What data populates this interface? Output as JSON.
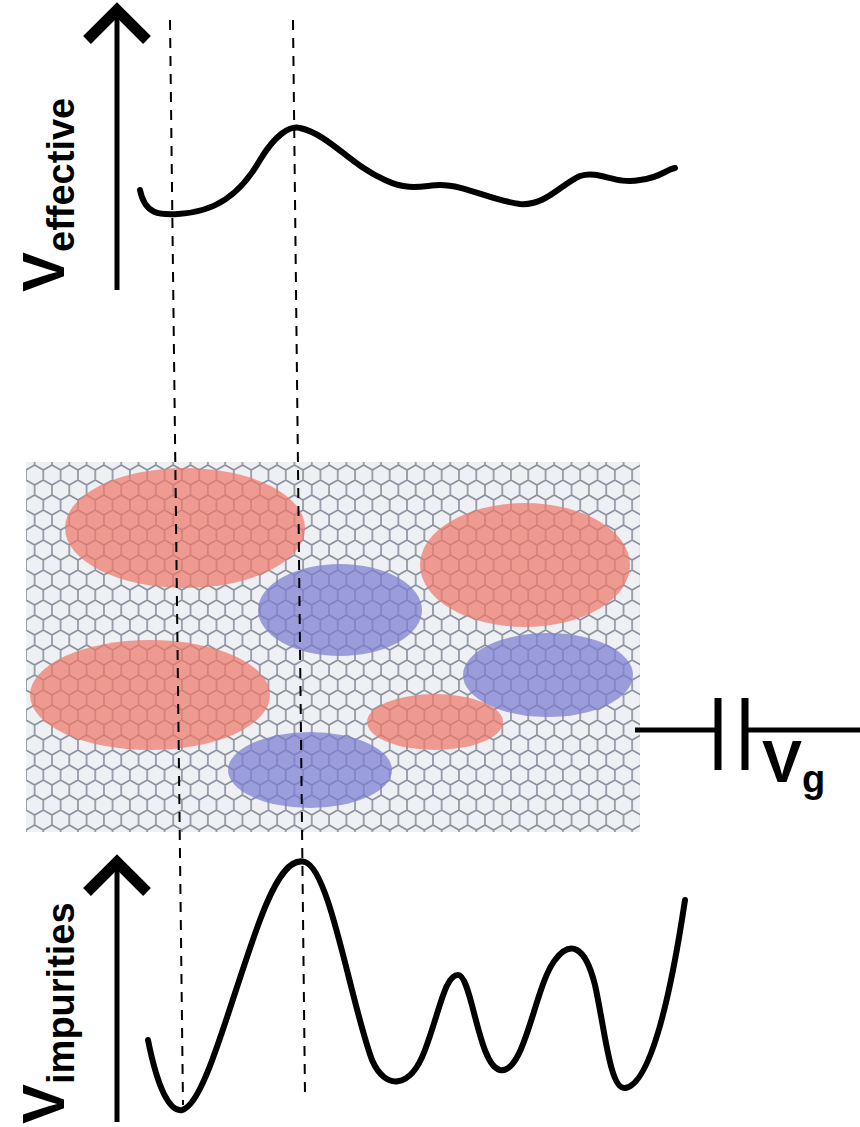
{
  "diagram": {
    "labels": [
      "V",
      "effective",
      "V",
      "impurities",
      "V",
      "g"
    ]
  }
}
